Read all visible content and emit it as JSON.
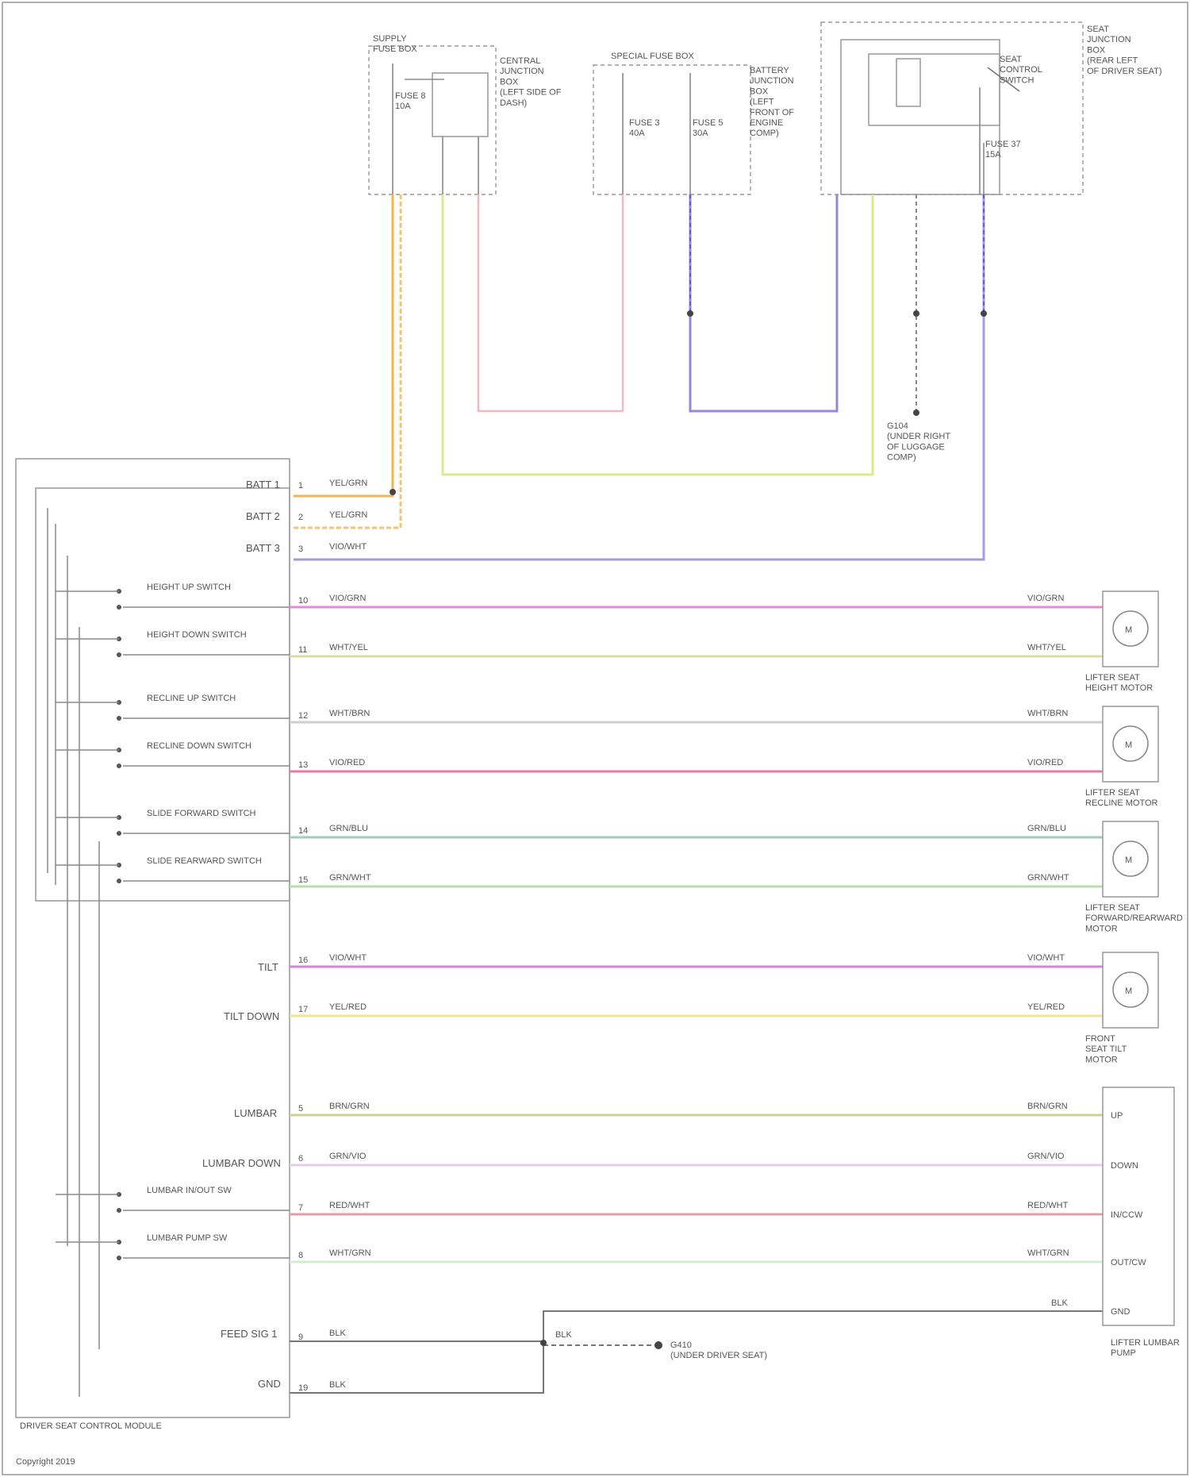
{
  "footer": {
    "caption": "DRIVER SEAT CONTROL MODULE",
    "credit": "Copyright 2019"
  },
  "top_boxes": {
    "left_title": "SUPPLY\nFUSE BOX",
    "left_note": "CENTRAL\nJUNCTION\nBOX\n(LEFT SIDE OF\nDASH)",
    "middle_title": "SPECIAL FUSE BOX",
    "middle_note": "BATTERY\nJUNCTION\nBOX\n(LEFT\nFRONT OF\nENGINE\nCOMP)",
    "right_note": "SEAT\nJUNCTION\nBOX\n(REAR LEFT\nOF DRIVER SEAT)",
    "right_switch": "SEAT\nCONTROL\nSWITCH",
    "left_fuse": "FUSE 8\n10A",
    "middle_fuse_1": "FUSE 3\n40A",
    "middle_fuse_2": "FUSE 5\n30A",
    "right_fuse": "FUSE 37\n15A"
  },
  "ground": {
    "label": "G104\n(UNDER RIGHT\nOF LUGGAGE\nCOMP)"
  },
  "module": {
    "pins": [
      {
        "name": "BATT 1",
        "num": "1",
        "wire": "YEL/GRN"
      },
      {
        "name": "BATT 2",
        "num": "2",
        "wire": "YEL/GRN"
      },
      {
        "name": "BATT 3",
        "num": "3",
        "wire": "VIO/WHT"
      }
    ]
  },
  "switches": [
    {
      "label": "HEIGHT UP SWITCH"
    },
    {
      "label": "HEIGHT DOWN SWITCH"
    },
    {
      "label": "RECLINE UP SWITCH"
    },
    {
      "label": "RECLINE DOWN SWITCH"
    },
    {
      "label": "SLIDE FORWARD SWITCH"
    },
    {
      "label": "SLIDE REARWARD SWITCH"
    },
    {
      "label": "LUMBAR IN/OUT SW"
    },
    {
      "label": "LUMBAR PUMP SW"
    }
  ],
  "circuits": [
    {
      "num": "10",
      "wire": "VIO/GRN",
      "far": "VIO/GRN",
      "color": "#e18bd6"
    },
    {
      "num": "11",
      "wire": "WHT/YEL",
      "far": "WHT/YEL",
      "color": "#dcdca0"
    },
    {
      "num": "12",
      "wire": "WHT/BRN",
      "far": "WHT/BRN",
      "color": "#cfcfcf"
    },
    {
      "num": "13",
      "wire": "VIO/RED",
      "far": "VIO/RED",
      "color": "#e27ea9"
    },
    {
      "num": "14",
      "wire": "GRN/BLU",
      "far": "GRN/BLU",
      "color": "#9fcfb9"
    },
    {
      "num": "15",
      "wire": "GRN/WHT",
      "far": "GRN/WHT",
      "color": "#b6dfa9"
    },
    {
      "num": "16",
      "wire": "VIO/WHT",
      "far": "VIO/WHT",
      "color": "#dc7fe3"
    },
    {
      "num": "17",
      "wire": "YEL/RED",
      "far": "YEL/RED",
      "color": "#f3e39a"
    },
    {
      "num": "5",
      "wire": "BRN/GRN",
      "far": "BRN/GRN",
      "color": "#cdd191"
    },
    {
      "num": "6",
      "wire": "GRN/VIO",
      "far": "GRN/VIO",
      "color": "#e7c9ed"
    },
    {
      "num": "7",
      "wire": "RED/WHT",
      "far": "RED/WHT",
      "color": "#e99ca8"
    },
    {
      "num": "8",
      "wire": "WHT/GRN",
      "far": "WHT/GRN",
      "color": "#d4ecd4"
    }
  ],
  "module_labels": [
    {
      "text": "TILT"
    },
    {
      "text": "TILT DOWN"
    },
    {
      "text": "LUMBAR"
    },
    {
      "text": "LUMBAR DOWN"
    },
    {
      "text": "FEED SIG 1"
    },
    {
      "text": "GND"
    }
  ],
  "gnd_circuit": {
    "num1": "9",
    "num2": "19",
    "wire": "BLK",
    "far": "BLK",
    "ground_label": "G410\n(UNDER DRIVER SEAT)"
  },
  "components": [
    {
      "label": "LIFTER SEAT\nHEIGHT MOTOR"
    },
    {
      "label": "LIFTER SEAT\nRECLINE MOTOR"
    },
    {
      "label": "LIFTER SEAT\nFORWARD/REARWARD\nMOTOR"
    },
    {
      "label": "FRONT\nSEAT TILT\nMOTOR"
    }
  ],
  "lumbar_unit": {
    "label": "LIFTER LUMBAR\nPUMP",
    "pins": [
      "UP",
      "DOWN",
      "IN/CCW",
      "OUT/CW",
      "GND"
    ]
  },
  "chart_data": {
    "type": "wiring",
    "connections": [
      {
        "from": "SUPPLY FUSE BOX / FUSE 8 10A",
        "to": "BATT 1 / BATT 2",
        "wire": "YEL/GRN"
      },
      {
        "from": "SPECIAL FUSE BOX / FUSE 5 30A",
        "to": "BATT 3",
        "wire": "VIO/WHT"
      },
      {
        "from": "DRIVER SEAT CONTROL MODULE 10",
        "to": "LIFTER SEAT HEIGHT MOTOR",
        "wire": "VIO/GRN"
      },
      {
        "from": "DRIVER SEAT CONTROL MODULE 11",
        "to": "LIFTER SEAT HEIGHT MOTOR",
        "wire": "WHT/YEL"
      },
      {
        "from": "DRIVER SEAT CONTROL MODULE 12",
        "to": "LIFTER SEAT RECLINE MOTOR",
        "wire": "WHT/BRN"
      },
      {
        "from": "DRIVER SEAT CONTROL MODULE 13",
        "to": "LIFTER SEAT RECLINE MOTOR",
        "wire": "VIO/RED"
      },
      {
        "from": "DRIVER SEAT CONTROL MODULE 14",
        "to": "LIFTER SEAT FORWARD/REARWARD MOTOR",
        "wire": "GRN/BLU"
      },
      {
        "from": "DRIVER SEAT CONTROL MODULE 15",
        "to": "LIFTER SEAT FORWARD/REARWARD MOTOR",
        "wire": "GRN/WHT"
      },
      {
        "from": "DRIVER SEAT CONTROL MODULE 16",
        "to": "FRONT SEAT TILT MOTOR",
        "wire": "VIO/WHT"
      },
      {
        "from": "DRIVER SEAT CONTROL MODULE 17",
        "to": "FRONT SEAT TILT MOTOR",
        "wire": "YEL/RED"
      },
      {
        "from": "DRIVER SEAT CONTROL MODULE 5",
        "to": "LIFTER LUMBAR PUMP UP",
        "wire": "BRN/GRN"
      },
      {
        "from": "DRIVER SEAT CONTROL MODULE 6",
        "to": "LIFTER LUMBAR PUMP DOWN",
        "wire": "GRN/VIO"
      },
      {
        "from": "DRIVER SEAT CONTROL MODULE 7",
        "to": "LIFTER LUMBAR PUMP IN/CCW",
        "wire": "RED/WHT"
      },
      {
        "from": "DRIVER SEAT CONTROL MODULE 8",
        "to": "LIFTER LUMBAR PUMP OUT/CW",
        "wire": "WHT/GRN"
      },
      {
        "from": "DRIVER SEAT CONTROL MODULE 19",
        "to": "G410",
        "wire": "BLK"
      }
    ]
  }
}
